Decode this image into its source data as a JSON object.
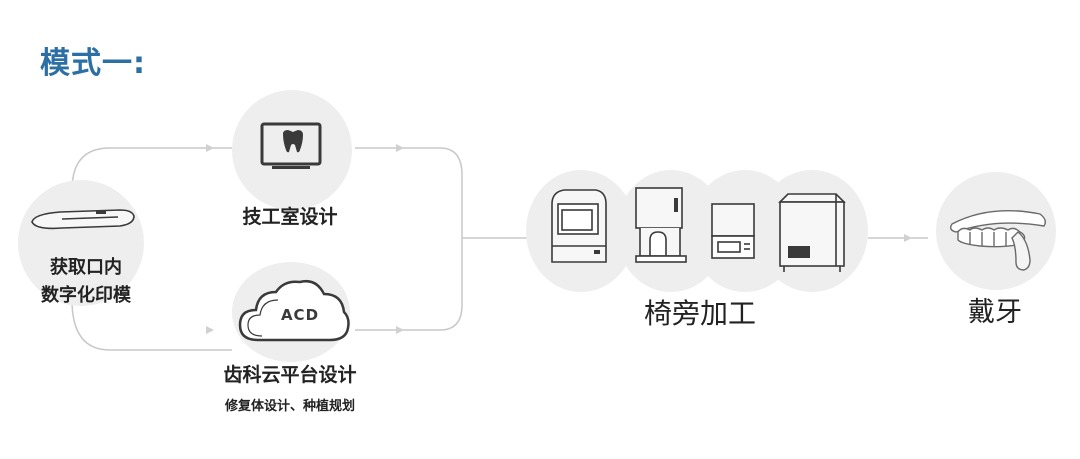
{
  "title": "模式一:",
  "colors": {
    "accent": "#2b6fa5",
    "line": "#c8c8c8",
    "node_bg": "#eeeeee",
    "icon": "#3a3a3a"
  },
  "nodes": {
    "start": {
      "line1": "获取口内",
      "line2": "数字化印模",
      "icon": "intraoral-scanner-icon"
    },
    "lab": {
      "label": "技工室设计",
      "icon": "monitor-tooth-icon"
    },
    "cloud": {
      "label": "齿科云平台设计",
      "sublabel": "修复体设计、种植规划",
      "icon": "cloud-icon",
      "logo_text": "ACD"
    },
    "process": {
      "label": "椅旁加工",
      "icons": [
        "milling-machine-icon",
        "sintering-furnace-icon",
        "lab-device-icon",
        "3d-printer-icon"
      ]
    },
    "final": {
      "label": "戴牙",
      "icon": "dentures-icon"
    }
  }
}
